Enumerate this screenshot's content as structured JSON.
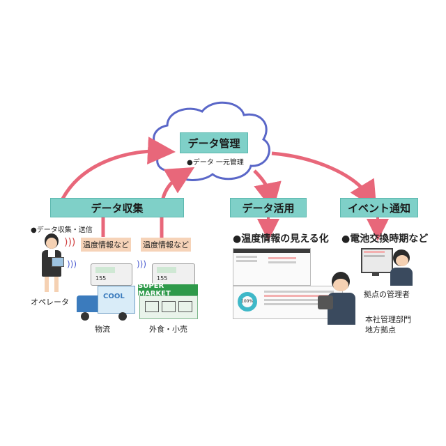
{
  "center": {
    "title": "データ管理",
    "subtitle": "●データ 一元管理"
  },
  "collect": {
    "title": "データ収集",
    "note": "●データ収集・送信",
    "tag_left": "温度情報など",
    "tag_right": "温度情報など",
    "operator": "オペレータ",
    "logistics": "物流",
    "retail": "外食・小売",
    "truck_text": "COOL",
    "store_sign": "SUPER MARKET",
    "device_reading_a": "155",
    "device_reading_b": "155"
  },
  "usage": {
    "title": "データ活用",
    "headline": "●温度情報の見える化",
    "pie_label": "100%",
    "hq": "本社管理部門",
    "branch": "地方拠点"
  },
  "event": {
    "title": "イベント通知",
    "headline": "●電池交換時期など",
    "manager": "拠点の管理者"
  },
  "colors": {
    "teal": "#7fd0c8",
    "arrow": "#e8677a",
    "peach": "#f6d3b8",
    "cloud_stroke": "#5a67c8"
  }
}
